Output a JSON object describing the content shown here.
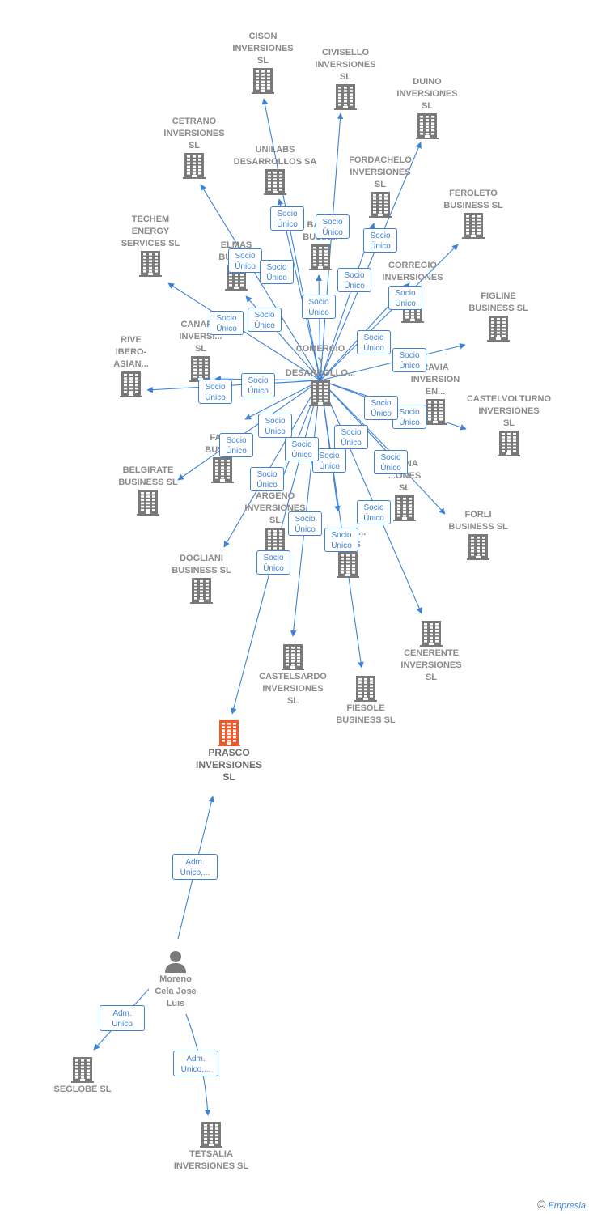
{
  "colors": {
    "edge": "#3d82d6",
    "building": "#7a7a7a",
    "highlight": "#f05a28",
    "person": "#7a7a7a"
  },
  "nodes": [
    {
      "id": "cison",
      "label": "CISON\nINVERSIONES\nSL",
      "type": "company",
      "labelPos": "above"
    },
    {
      "id": "civisello",
      "label": "CIVISELLO\nINVERSIONES\nSL",
      "type": "company",
      "labelPos": "above"
    },
    {
      "id": "duino",
      "label": "DUINO\nINVERSIONES\nSL",
      "type": "company",
      "labelPos": "above"
    },
    {
      "id": "cetrano",
      "label": "CETRANO\nINVERSIONES\nSL",
      "type": "company",
      "labelPos": "above"
    },
    {
      "id": "unilabs",
      "label": "UNILABS\nDESARROLLOS SA",
      "type": "company",
      "labelPos": "above"
    },
    {
      "id": "fordachelo",
      "label": "FORDACHELO\nINVERSIONES\nSL",
      "type": "company",
      "labelPos": "above"
    },
    {
      "id": "feroleto",
      "label": "FEROLETO\nBUSINESS  SL",
      "type": "company",
      "labelPos": "above"
    },
    {
      "id": "techem",
      "label": "TECHEM\nENERGY\nSERVICES  SL",
      "type": "company",
      "labelPos": "above"
    },
    {
      "id": "elmas",
      "label": "ELMAS\nBUSIN...",
      "type": "company",
      "labelPos": "above"
    },
    {
      "id": "bar",
      "label": "BAR...\nBUSIN...",
      "type": "company",
      "labelPos": "above"
    },
    {
      "id": "corregio",
      "label": "CORREGIO\nINVERSIONES\nSL",
      "type": "company",
      "labelPos": "above"
    },
    {
      "id": "figline",
      "label": "FIGLINE\nBUSINESS  SL",
      "type": "company",
      "labelPos": "above"
    },
    {
      "id": "rive",
      "label": "RIVE\nIBERO-\nASIAN...",
      "type": "company",
      "labelPos": "above"
    },
    {
      "id": "canar",
      "label": "CANAR...\nINVERSI...\nSL",
      "type": "company",
      "labelPos": "above"
    },
    {
      "id": "comercio",
      "label": "COMERCIO\nY\nDESARROLLO...",
      "type": "company",
      "labelPos": "above"
    },
    {
      "id": "ravia",
      "label": "RAVIA\nINVERSION\nEN...",
      "type": "company",
      "labelPos": "above"
    },
    {
      "id": "castelvolturno",
      "label": "CASTELVOLTURNO\nINVERSIONES\nSL",
      "type": "company",
      "labelPos": "above"
    },
    {
      "id": "fab",
      "label": "FAB...\nBUSIN...",
      "type": "company",
      "labelPos": "above"
    },
    {
      "id": "belgirate",
      "label": "BELGIRATE\nBUSINESS  SL",
      "type": "company",
      "labelPos": "above"
    },
    {
      "id": "argeno",
      "label": "ARGENO\nINVERSIONES\nSL",
      "type": "company",
      "labelPos": "above"
    },
    {
      "id": "lona",
      "label": "...ONA\n...ONES\nSL",
      "type": "company",
      "labelPos": "above"
    },
    {
      "id": "forli",
      "label": "FORLI\nBUSINESS  SL",
      "type": "company",
      "labelPos": "above"
    },
    {
      "id": "boari",
      "label": "BOARI...\n...NES",
      "type": "company",
      "labelPos": "above"
    },
    {
      "id": "dogliani",
      "label": "DOGLIANI\nBUSINESS  SL",
      "type": "company",
      "labelPos": "above"
    },
    {
      "id": "cenerente",
      "label": "CENERENTE\nINVERSIONES\nSL",
      "type": "company",
      "labelPos": "below"
    },
    {
      "id": "castelsardo",
      "label": "CASTELSARDO\nINVERSIONES\nSL",
      "type": "company",
      "labelPos": "below"
    },
    {
      "id": "fiesole",
      "label": "FIESOLE\nBUSINESS  SL",
      "type": "company",
      "labelPos": "below"
    },
    {
      "id": "prasco",
      "label": "PRASCO\nINVERSIONES\nSL",
      "type": "company",
      "labelPos": "below",
      "highlight": true
    },
    {
      "id": "moreno",
      "label": "Moreno\nCela Jose\nLuis",
      "type": "person",
      "labelPos": "below"
    },
    {
      "id": "seglobe",
      "label": "SEGLOBE SL",
      "type": "company",
      "labelPos": "below"
    },
    {
      "id": "tetsalia",
      "label": "TETSALIA\nINVERSIONES SL",
      "type": "company",
      "labelPos": "below"
    }
  ],
  "edges": [
    {
      "from": "comercio",
      "to": "cison",
      "label": "Socio\nÚnico"
    },
    {
      "from": "comercio",
      "to": "civisello",
      "label": "Socio\nÚnico"
    },
    {
      "from": "comercio",
      "to": "duino",
      "label": "Socio\nÚnico"
    },
    {
      "from": "comercio",
      "to": "cetrano",
      "label": "Socio\nÚnico"
    },
    {
      "from": "comercio",
      "to": "unilabs",
      "label": "Socio\nÚnico"
    },
    {
      "from": "comercio",
      "to": "fordachelo",
      "label": "Socio\nÚnico"
    },
    {
      "from": "comercio",
      "to": "feroleto",
      "label": "Socio\nÚnico"
    },
    {
      "from": "comercio",
      "to": "techem",
      "label": "Socio\nÚnico"
    },
    {
      "from": "comercio",
      "to": "elmas",
      "label": "Socio\nÚnico"
    },
    {
      "from": "comercio",
      "to": "bar",
      "label": "Socio\nÚnico"
    },
    {
      "from": "comercio",
      "to": "corregio",
      "label": "Socio\nÚnico"
    },
    {
      "from": "comercio",
      "to": "figline",
      "label": "Socio\nÚnico"
    },
    {
      "from": "comercio",
      "to": "rive",
      "label": "Socio\nÚnico"
    },
    {
      "from": "comercio",
      "to": "canar",
      "label": "Socio\nÚnico"
    },
    {
      "from": "comercio",
      "to": "ravia",
      "label": "Socio\nÚnico"
    },
    {
      "from": "comercio",
      "to": "castelvolturno",
      "label": "Socio\nÚnico"
    },
    {
      "from": "comercio",
      "to": "fab",
      "label": "Socio\nÚnico"
    },
    {
      "from": "comercio",
      "to": "belgirate",
      "label": "Socio\nÚnico"
    },
    {
      "from": "comercio",
      "to": "argeno",
      "label": "Socio\nÚnico"
    },
    {
      "from": "comercio",
      "to": "lona",
      "label": "Socio\nÚnico"
    },
    {
      "from": "comercio",
      "to": "forli",
      "label": "Socio\nÚnico"
    },
    {
      "from": "comercio",
      "to": "boari",
      "label": "Socio\nÚnico"
    },
    {
      "from": "comercio",
      "to": "dogliani",
      "label": "Socio\nÚnico"
    },
    {
      "from": "comercio",
      "to": "cenerente",
      "label": "Socio\nÚnico"
    },
    {
      "from": "comercio",
      "to": "castelsardo",
      "label": "Socio\nÚnico"
    },
    {
      "from": "comercio",
      "to": "fiesole",
      "label": "Socio\nÚnico"
    },
    {
      "from": "comercio",
      "to": "prasco",
      "label": "Socio\nÚnico"
    },
    {
      "from": "moreno",
      "to": "prasco",
      "label": "Adm.\nUnico,..."
    },
    {
      "from": "moreno",
      "to": "seglobe",
      "label": "Adm.\nUnico"
    },
    {
      "from": "moreno",
      "to": "tetsalia",
      "label": "Adm.\nUnico,..."
    }
  ],
  "footer": {
    "copyright": "©",
    "brand": "Empresia"
  }
}
